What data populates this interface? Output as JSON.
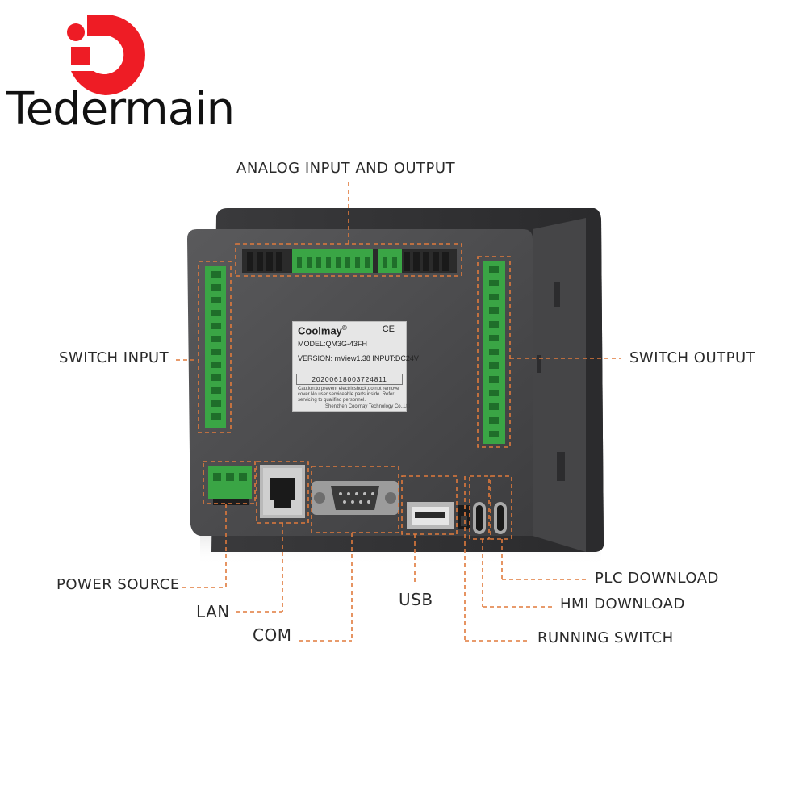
{
  "brand": {
    "name": "Tedermain",
    "logo_color": "#ee1c25"
  },
  "device_label": {
    "brand": "Coolmay",
    "brand_mark": "®",
    "ce": "CE",
    "model": "MODEL:QM3G-43FH",
    "version": "VERSION:   mView1.38   INPUT:DC24V",
    "serial": "20200618003724811",
    "warning_1": "Caution:to prevent electricshock,do not remove",
    "warning_2": "cover.No user serviceable parts inside. Refer",
    "warning_3": "servicing to qualified personnel.",
    "manufacturer": "Shenzhen Coolmay Technology Co.,Ltd"
  },
  "callouts": {
    "analog": "ANALOG INPUT AND OUTPUT",
    "switch_input": "SWITCH INPUT",
    "switch_output": "SWITCH OUTPUT",
    "power_source": "POWER SOURCE",
    "lan": "LAN",
    "com": "COM",
    "usb": "USB",
    "plc_download": "PLC DOWNLOAD",
    "hmi_download": "HMI DOWNLOAD",
    "running_switch": "RUNNING SWITCH"
  },
  "colors": {
    "accent_dash": "#e07a3c",
    "terminal_green": "#3aa545",
    "housing": "#4a4a4c"
  }
}
